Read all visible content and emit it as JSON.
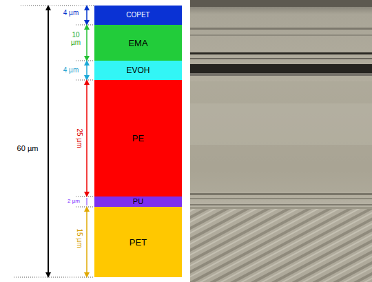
{
  "diagram": {
    "nodes": [
      {
        "text": [
          "COPET"
        ]
      },
      {
        "text": [
          "EMA"
        ]
      },
      {
        "text": [
          "EVOH"
        ]
      },
      {
        "text": [
          "PE"
        ]
      },
      {
        "text": [
          "PU"
        ]
      },
      {
        "text": [
          "PET"
        ]
      }
    ],
    "labels": [
      "60 µm",
      "4 µm",
      "10 µm",
      "4 µm",
      "25 µm",
      "2 µm",
      "15 µm"
    ]
  }
}
